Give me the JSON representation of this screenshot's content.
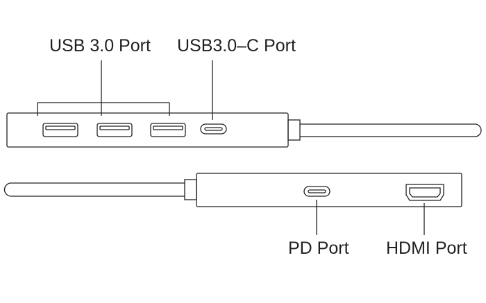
{
  "labels": {
    "usb30": "USB 3.0 Port",
    "usb30c": "USB3.0–C Port",
    "pd": "PD Port",
    "hdmi": "HDMI Port"
  },
  "colors": {
    "stroke": "#231f20",
    "background": "#ffffff"
  }
}
